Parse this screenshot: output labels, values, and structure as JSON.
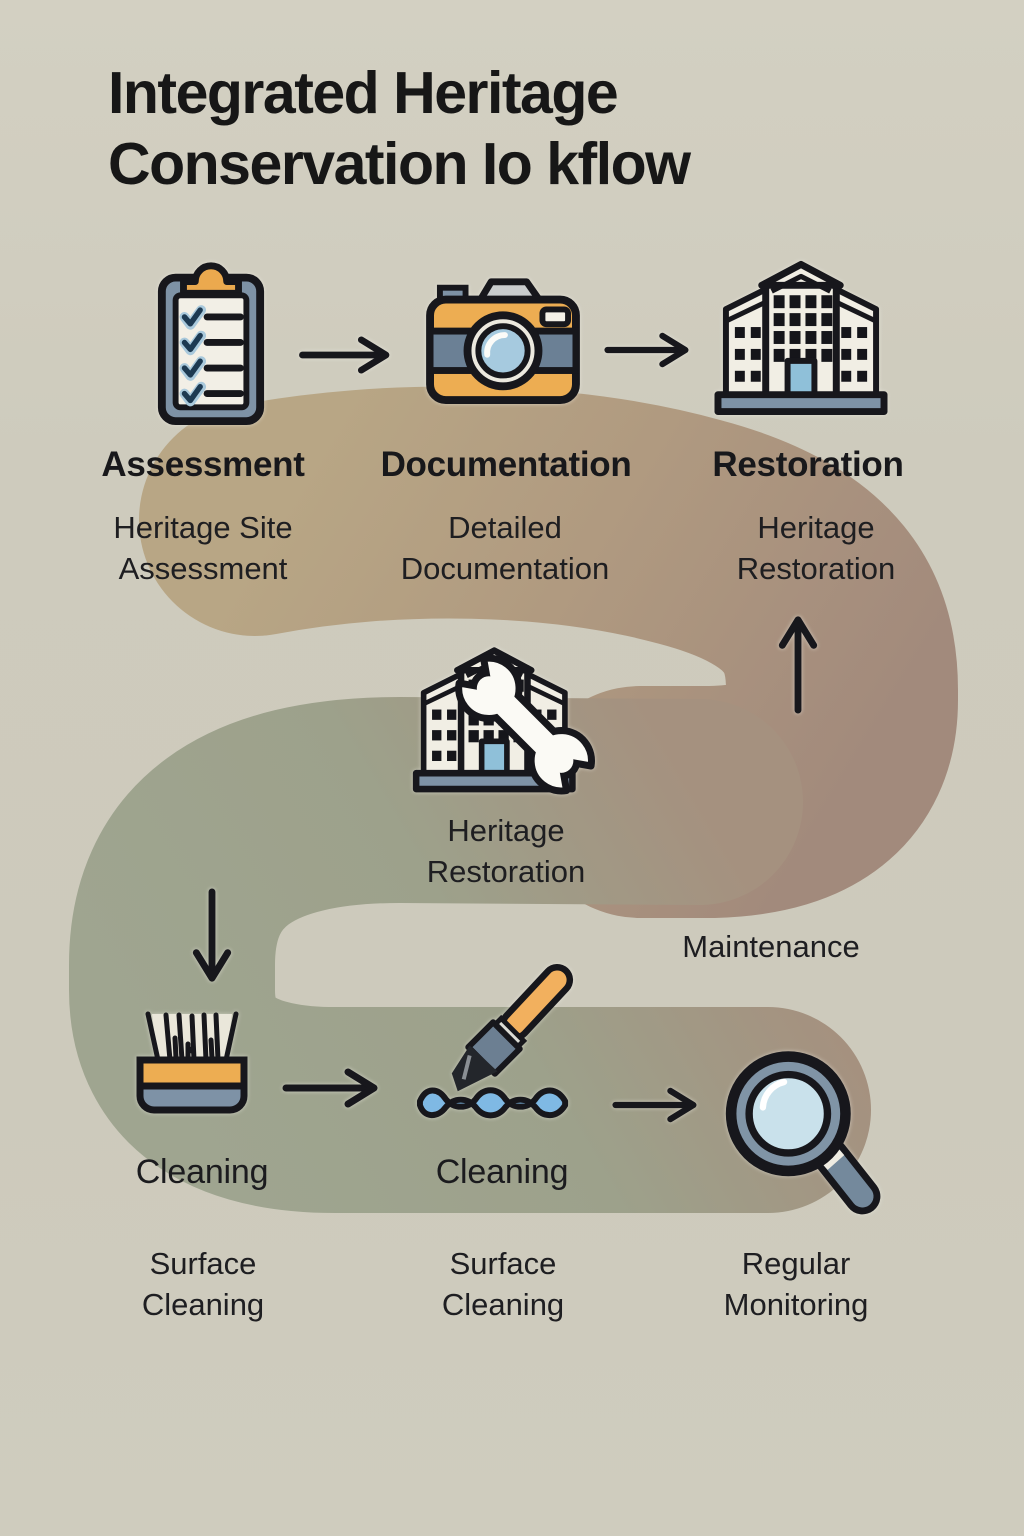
{
  "title": {
    "line1": "Integrated Heritage",
    "line2": "Conservation Io kflow"
  },
  "workflow": {
    "row1": [
      {
        "icon": "clipboard-checklist-icon",
        "heading": "Assessment",
        "subtitle_line1": "Heritage Site",
        "subtitle_line2": "Assessment"
      },
      {
        "icon": "camera-icon",
        "heading": "Documentation",
        "subtitle_line1": "Detailed",
        "subtitle_line2": "Documentation"
      },
      {
        "icon": "heritage-building-icon",
        "heading": "Restoration",
        "subtitle_line1": "Heritage",
        "subtitle_line2": "Restoration"
      }
    ],
    "middle": {
      "icon": "building-wrench-icon",
      "label_line1": "Heritage",
      "label_line2": "Restoration",
      "maintenance_label": "Maintenance"
    },
    "row2": [
      {
        "icon": "cleaning-brush-icon",
        "heading": "Cleaning",
        "subtitle_line1": "Surface",
        "subtitle_line2": "Cleaning"
      },
      {
        "icon": "paintbrush-water-icon",
        "heading": "Cleaning",
        "subtitle_line1": "Surface",
        "subtitle_line2": "Cleaning"
      },
      {
        "icon": "magnifying-glass-icon",
        "subtitle_line1": "Regular",
        "subtitle_line2": "Monitoring"
      }
    ]
  },
  "colors": {
    "background": "#cecbbd",
    "band_tan": "#b8a685",
    "band_mauve": "#a28a7c",
    "band_sage": "#9aa08c",
    "outline_dark": "#17171c",
    "text": "#1b1b1e",
    "accent_orange": "#edad52",
    "accent_blue_gray": "#7e92a6",
    "accent_steel": "#6b8095",
    "accent_light_blue": "#a6cadf",
    "accent_pale_blue": "#c9e1eb",
    "water_blue": "#7fb9e4",
    "cream": "#f1eee4"
  }
}
